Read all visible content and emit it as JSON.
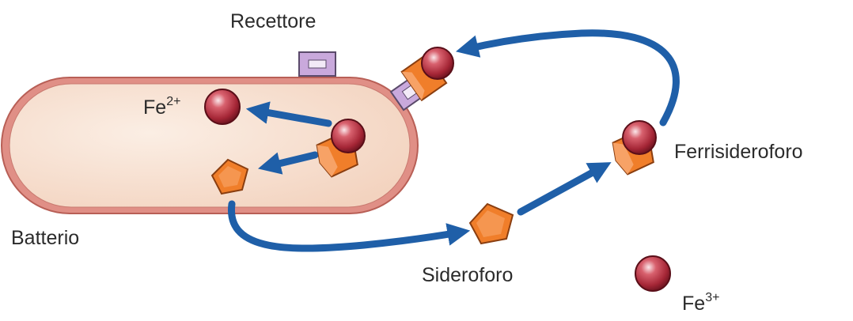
{
  "labels": {
    "receptor": "Recettore",
    "bacterium": "Batterio",
    "siderophore": "Sideroforo",
    "ferrisiderophore": "Ferrisideroforo",
    "fe2_base": "Fe",
    "fe2_charge": "2+",
    "fe3_base": "Fe",
    "fe3_charge": "3+"
  },
  "colors": {
    "cell_fill": "#f7ddcc",
    "cell_stroke": "#d9766a",
    "arrow": "#1f5fa8",
    "siderophore": "#f07e2a",
    "iron": "#b5323f",
    "receptor": "#c9a9dc"
  }
}
